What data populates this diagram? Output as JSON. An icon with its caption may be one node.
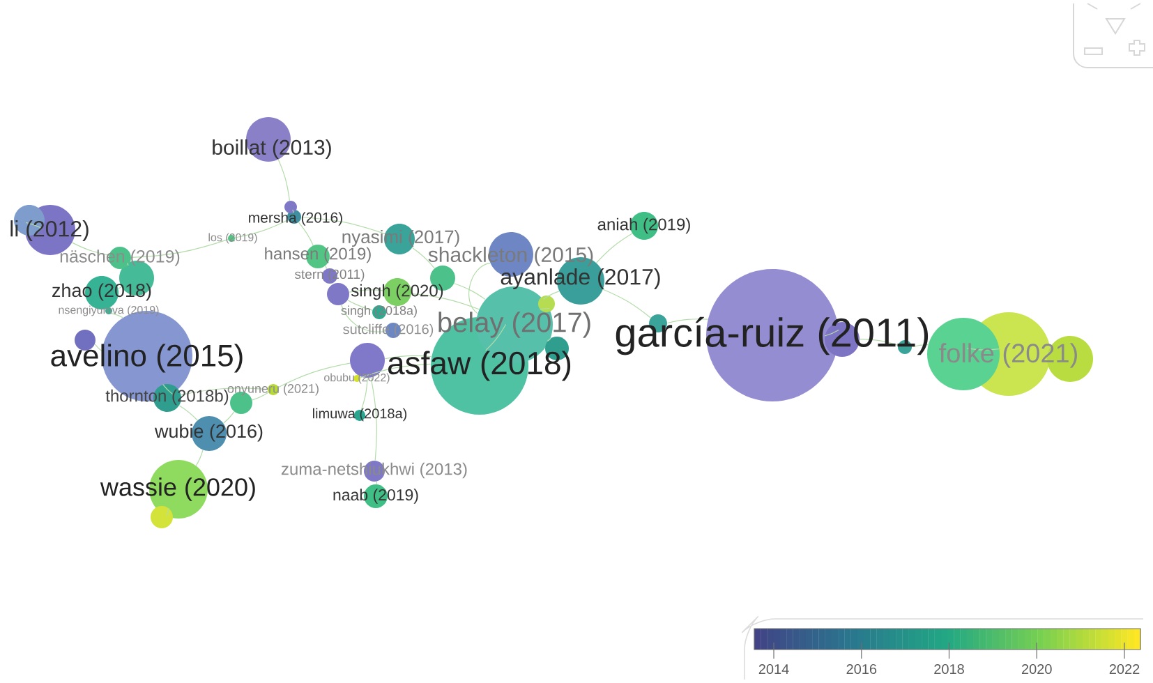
{
  "diagram": {
    "nodes": [
      {
        "text": [
          "boillat (2013)"
        ]
      },
      {
        "text": [
          "mersha (2016)"
        ]
      },
      {
        "text": [
          "li (2012)"
        ]
      },
      {
        "text": [
          "los (2019)"
        ]
      },
      {
        "text": [
          "nyasimi (2017)"
        ]
      },
      {
        "text": [
          "näschen (2019)"
        ]
      },
      {
        "text": [
          "hansen (2019)"
        ]
      },
      {
        "text": [
          "shackleton (2015)"
        ]
      },
      {
        "text": [
          "aniah (2019)"
        ]
      },
      {
        "text": [
          "stern (2011)"
        ]
      },
      {
        "text": [
          "zhao (2018)"
        ]
      },
      {
        "text": [
          "singh (2020)"
        ]
      },
      {
        "text": [
          "ayanlade (2017)"
        ]
      },
      {
        "text": [
          "nsengiyumva (2019)"
        ]
      },
      {
        "text": [
          "singh (2018a)"
        ]
      },
      {
        "text": [
          "sutcliffe (2016)"
        ]
      },
      {
        "text": [
          "belay (2017)"
        ]
      },
      {
        "text": [
          "garcía-ruiz (2011)"
        ]
      },
      {
        "text": [
          "avelino (2015)"
        ]
      },
      {
        "text": [
          "asfaw (2018)"
        ]
      },
      {
        "text": [
          "folke (2021)"
        ]
      },
      {
        "text": [
          "obubu (2022)"
        ]
      },
      {
        "text": [
          "onyuneru (2021)"
        ]
      },
      {
        "text": [
          "thornton (2018b)"
        ]
      },
      {
        "text": [
          "limuwa (2018a)"
        ]
      },
      {
        "text": [
          "wubie (2016)"
        ]
      },
      {
        "text": [
          "zuma-netshiukhwi (2013)"
        ]
      },
      {
        "text": [
          "wassie (2020)"
        ]
      },
      {
        "text": [
          "naab (2019)"
        ]
      },
      {
        "text": [],
        "shape": "circle"
      },
      {
        "text": [],
        "shape": "circle"
      },
      {
        "text": [],
        "shape": "circle"
      },
      {
        "text": [],
        "shape": "circle"
      },
      {
        "text": [],
        "shape": "circle"
      },
      {
        "text": [],
        "shape": "circle"
      },
      {
        "text": [],
        "shape": "circle"
      },
      {
        "text": [],
        "shape": "circle"
      },
      {
        "text": [],
        "shape": "circle"
      },
      {
        "text": [],
        "shape": "circle"
      },
      {
        "text": [],
        "shape": "circle"
      },
      {
        "text": [],
        "shape": "circle"
      },
      {
        "text": [],
        "shape": "circle"
      },
      {
        "text": [],
        "shape": "circle"
      },
      {
        "text": [],
        "shape": "circle"
      },
      {
        "text": [],
        "shape": "circle"
      }
    ],
    "edges": [
      {
        "from": 0,
        "to": 43,
        "arrow": "none"
      },
      {
        "from": 43,
        "to": 1,
        "arrow": "none"
      },
      {
        "from": 1,
        "to": 3,
        "arrow": "none"
      },
      {
        "from": 3,
        "to": 5,
        "arrow": "none"
      },
      {
        "from": 5,
        "to": 2,
        "arrow": "none"
      },
      {
        "from": 1,
        "to": 6,
        "arrow": "none"
      },
      {
        "from": 6,
        "to": 9,
        "arrow": "none"
      },
      {
        "from": 1,
        "to": 4,
        "arrow": "none"
      },
      {
        "from": 4,
        "to": 33,
        "arrow": "none"
      },
      {
        "from": 33,
        "to": 16,
        "arrow": "none"
      },
      {
        "from": 5,
        "to": 38,
        "arrow": "none"
      },
      {
        "from": 38,
        "to": 10,
        "arrow": "none"
      },
      {
        "from": 13,
        "to": 18,
        "arrow": "none"
      },
      {
        "from": 18,
        "to": 23,
        "arrow": "none"
      },
      {
        "from": 23,
        "to": 22,
        "arrow": "none"
      },
      {
        "from": 22,
        "to": 36,
        "arrow": "none"
      },
      {
        "from": 22,
        "to": 39,
        "arrow": "none"
      },
      {
        "from": 39,
        "to": 25,
        "arrow": "none"
      },
      {
        "from": 25,
        "to": 27,
        "arrow": "none"
      },
      {
        "from": 27,
        "to": 40,
        "arrow": "none"
      },
      {
        "from": 36,
        "to": 19,
        "arrow": "none"
      },
      {
        "from": 36,
        "to": 24,
        "arrow": "none"
      },
      {
        "from": 36,
        "to": 26,
        "arrow": "none"
      },
      {
        "from": 26,
        "to": 28,
        "arrow": "none"
      },
      {
        "from": 37,
        "to": 11,
        "arrow": "none"
      },
      {
        "from": 37,
        "to": 15,
        "arrow": "none"
      },
      {
        "from": 14,
        "to": 37,
        "arrow": "none"
      },
      {
        "from": 11,
        "to": 16,
        "arrow": "none"
      },
      {
        "from": 16,
        "to": 12,
        "arrow": "none"
      },
      {
        "from": 12,
        "to": 8,
        "arrow": "none"
      },
      {
        "from": 16,
        "to": 7,
        "arrow": "none"
      },
      {
        "from": 19,
        "to": 16,
        "arrow": "none"
      },
      {
        "from": 12,
        "to": 32,
        "arrow": "none"
      },
      {
        "from": 32,
        "to": 17,
        "arrow": "none"
      },
      {
        "from": 17,
        "to": 31,
        "arrow": "none"
      },
      {
        "from": 31,
        "to": 41,
        "arrow": "none"
      },
      {
        "from": 41,
        "to": 29,
        "arrow": "none"
      },
      {
        "from": 29,
        "to": 20,
        "arrow": "none"
      },
      {
        "from": 20,
        "to": 30,
        "arrow": "none"
      },
      {
        "from": 18,
        "to": 35,
        "arrow": "none"
      },
      {
        "from": 21,
        "to": 19,
        "arrow": "none"
      },
      {
        "from": 42,
        "to": 16,
        "arrow": "none"
      },
      {
        "from": 23,
        "to": 25,
        "arrow": "none"
      },
      {
        "from": 2,
        "to": 44,
        "arrow": "none"
      },
      {
        "from": 16,
        "to": 34,
        "arrow": "none"
      }
    ],
    "labels": [
      "2014",
      "2016",
      "2018",
      "2020",
      "2022"
    ]
  }
}
